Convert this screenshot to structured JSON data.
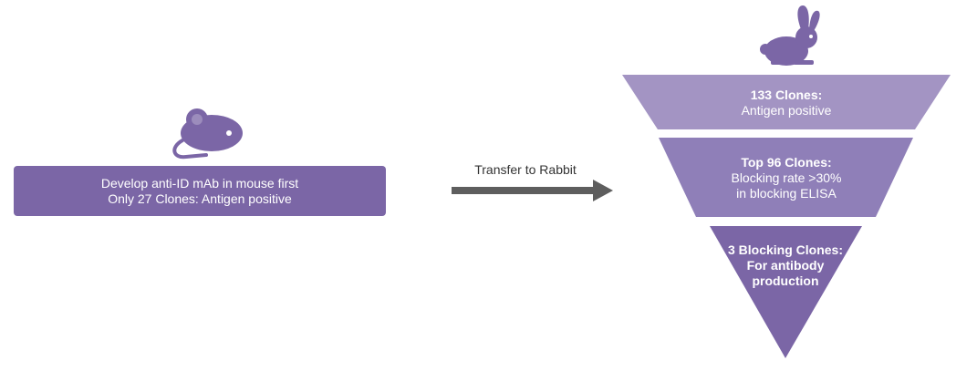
{
  "colors": {
    "primary": "#7b66a6",
    "tier1": "#a394c3",
    "tier2": "#8f7fb8",
    "tier3": "#7b66a6",
    "arrow": "#5e5e5e"
  },
  "icons": {
    "mouse": "mouse-icon",
    "rabbit": "rabbit-icon"
  },
  "mouse_box": {
    "line1": "Develop anti-ID mAb in mouse first",
    "line2": "Only 27 Clones: Antigen positive"
  },
  "arrow": {
    "label": "Transfer to Rabbit"
  },
  "funnel": {
    "tier1": {
      "title": "133 Clones:",
      "line1": "Antigen positive"
    },
    "tier2": {
      "title": "Top 96 Clones:",
      "line1": "Blocking rate >30%",
      "line2": "in blocking ELISA"
    },
    "tier3": {
      "title1": "3 Blocking Clones:",
      "title2": "For antibody",
      "title3": "production"
    }
  }
}
